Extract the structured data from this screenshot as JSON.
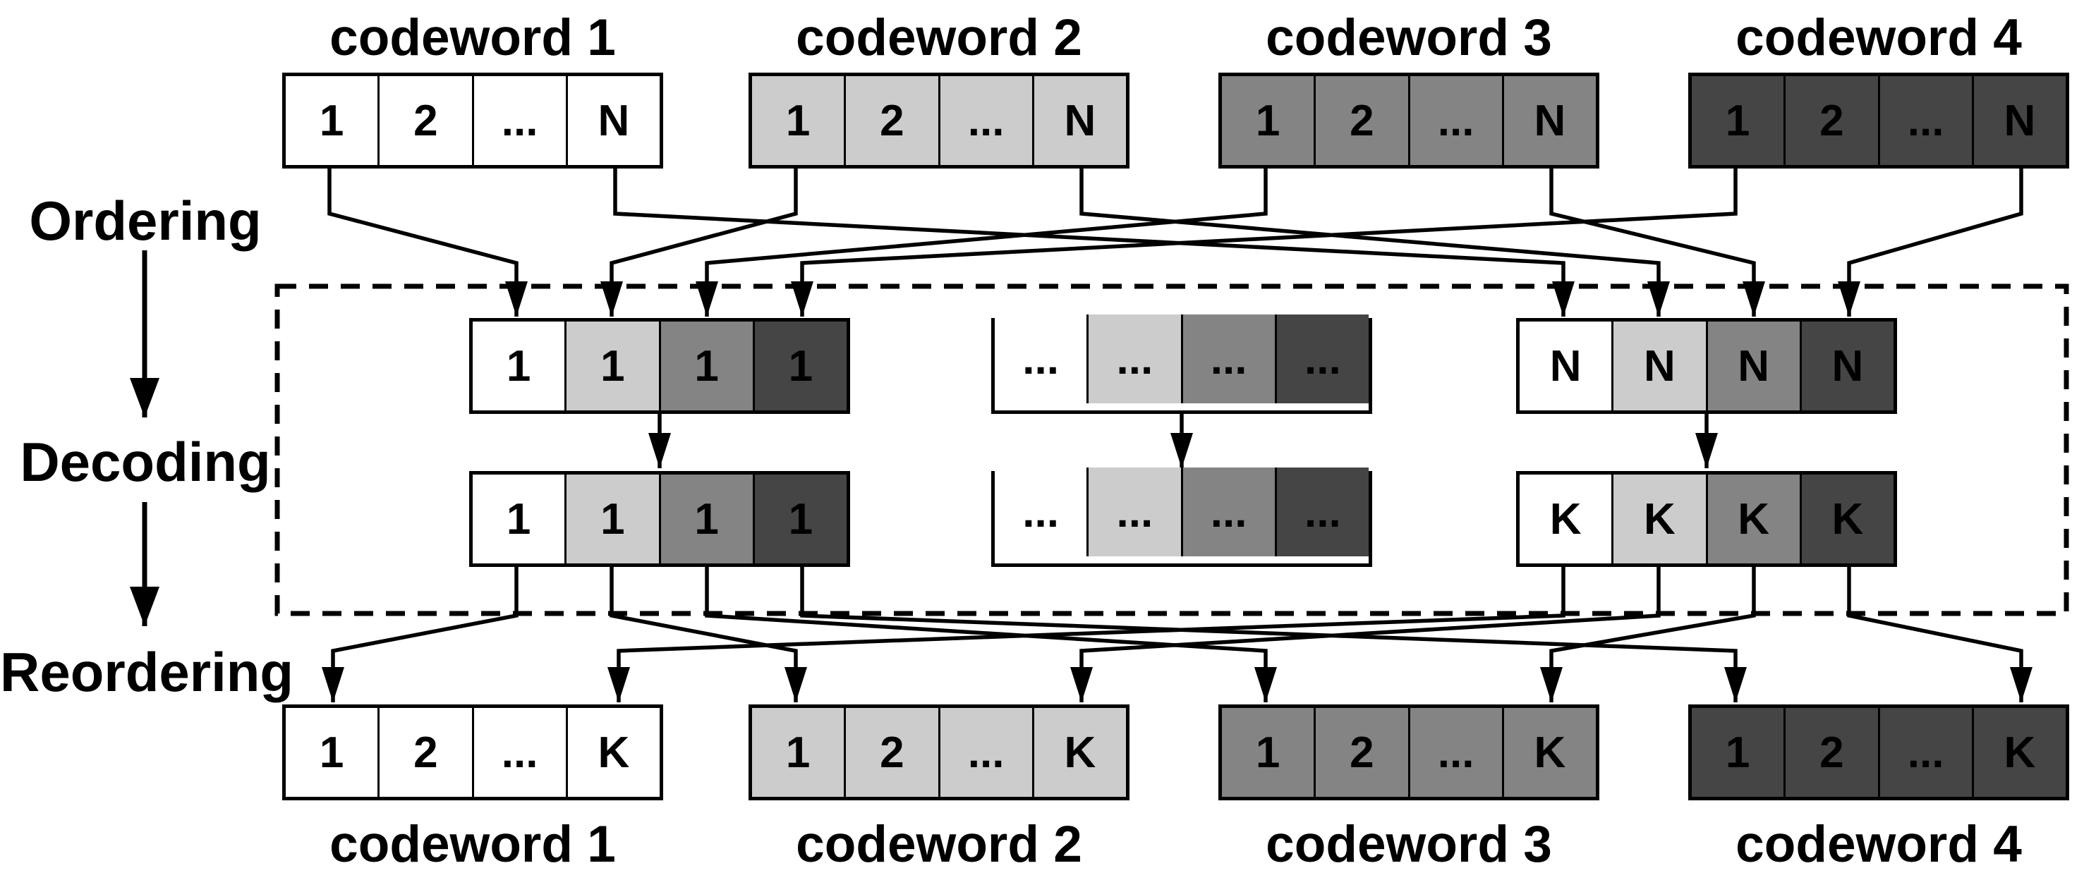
{
  "stages": [
    {
      "label": "Ordering"
    },
    {
      "label": "Decoding"
    },
    {
      "label": "Reordering"
    }
  ],
  "top": {
    "codewords": [
      {
        "title": "codeword 1",
        "cells": [
          "1",
          "2",
          "...",
          "N"
        ]
      },
      {
        "title": "codeword 2",
        "cells": [
          "1",
          "2",
          "...",
          "N"
        ]
      },
      {
        "title": "codeword 3",
        "cells": [
          "1",
          "2",
          "...",
          "N"
        ]
      },
      {
        "title": "codeword 4",
        "cells": [
          "1",
          "2",
          "...",
          "N"
        ]
      }
    ]
  },
  "buffer": {
    "row1": [
      {
        "cells": [
          "1",
          "1",
          "1",
          "1"
        ]
      },
      {
        "cells": [
          "...",
          "...",
          "...",
          "..."
        ]
      },
      {
        "cells": [
          "N",
          "N",
          "N",
          "N"
        ]
      }
    ],
    "row2": [
      {
        "cells": [
          "1",
          "1",
          "1",
          "1"
        ]
      },
      {
        "cells": [
          "...",
          "...",
          "...",
          "..."
        ]
      },
      {
        "cells": [
          "K",
          "K",
          "K",
          "K"
        ]
      }
    ]
  },
  "bottom": {
    "codewords": [
      {
        "title": "codeword 1",
        "cells": [
          "1",
          "2",
          "...",
          "K"
        ]
      },
      {
        "title": "codeword 2",
        "cells": [
          "1",
          "2",
          "...",
          "K"
        ]
      },
      {
        "title": "codeword 3",
        "cells": [
          "1",
          "2",
          "...",
          "K"
        ]
      },
      {
        "title": "codeword 4",
        "cells": [
          "1",
          "2",
          "...",
          "K"
        ]
      }
    ]
  },
  "colors": {
    "codeword1_fill": "#ffffff",
    "codeword2_fill": "#cccccc",
    "codeword3_fill": "#848484",
    "codeword4_fill": "#454545",
    "line": "#000000",
    "text": "#000000",
    "background": "#ffffff"
  }
}
